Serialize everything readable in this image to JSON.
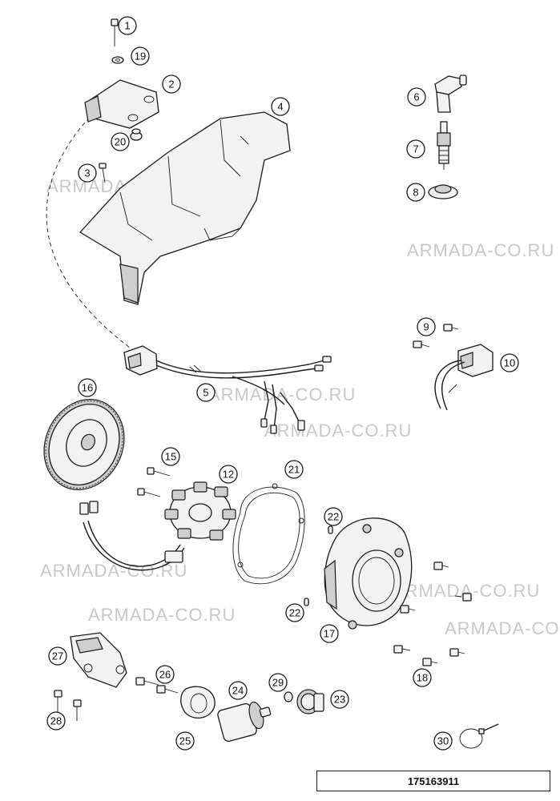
{
  "watermark_text": "ARMADA-CO.RU",
  "reference_number": "175163911",
  "callouts": [
    "1",
    "19",
    "2",
    "20",
    "3",
    "4",
    "6",
    "7",
    "8",
    "9",
    "10",
    "5",
    "16",
    "15",
    "12",
    "21",
    "22",
    "22",
    "17",
    "18",
    "27",
    "26",
    "24",
    "29",
    "23",
    "28",
    "25",
    "30"
  ]
}
